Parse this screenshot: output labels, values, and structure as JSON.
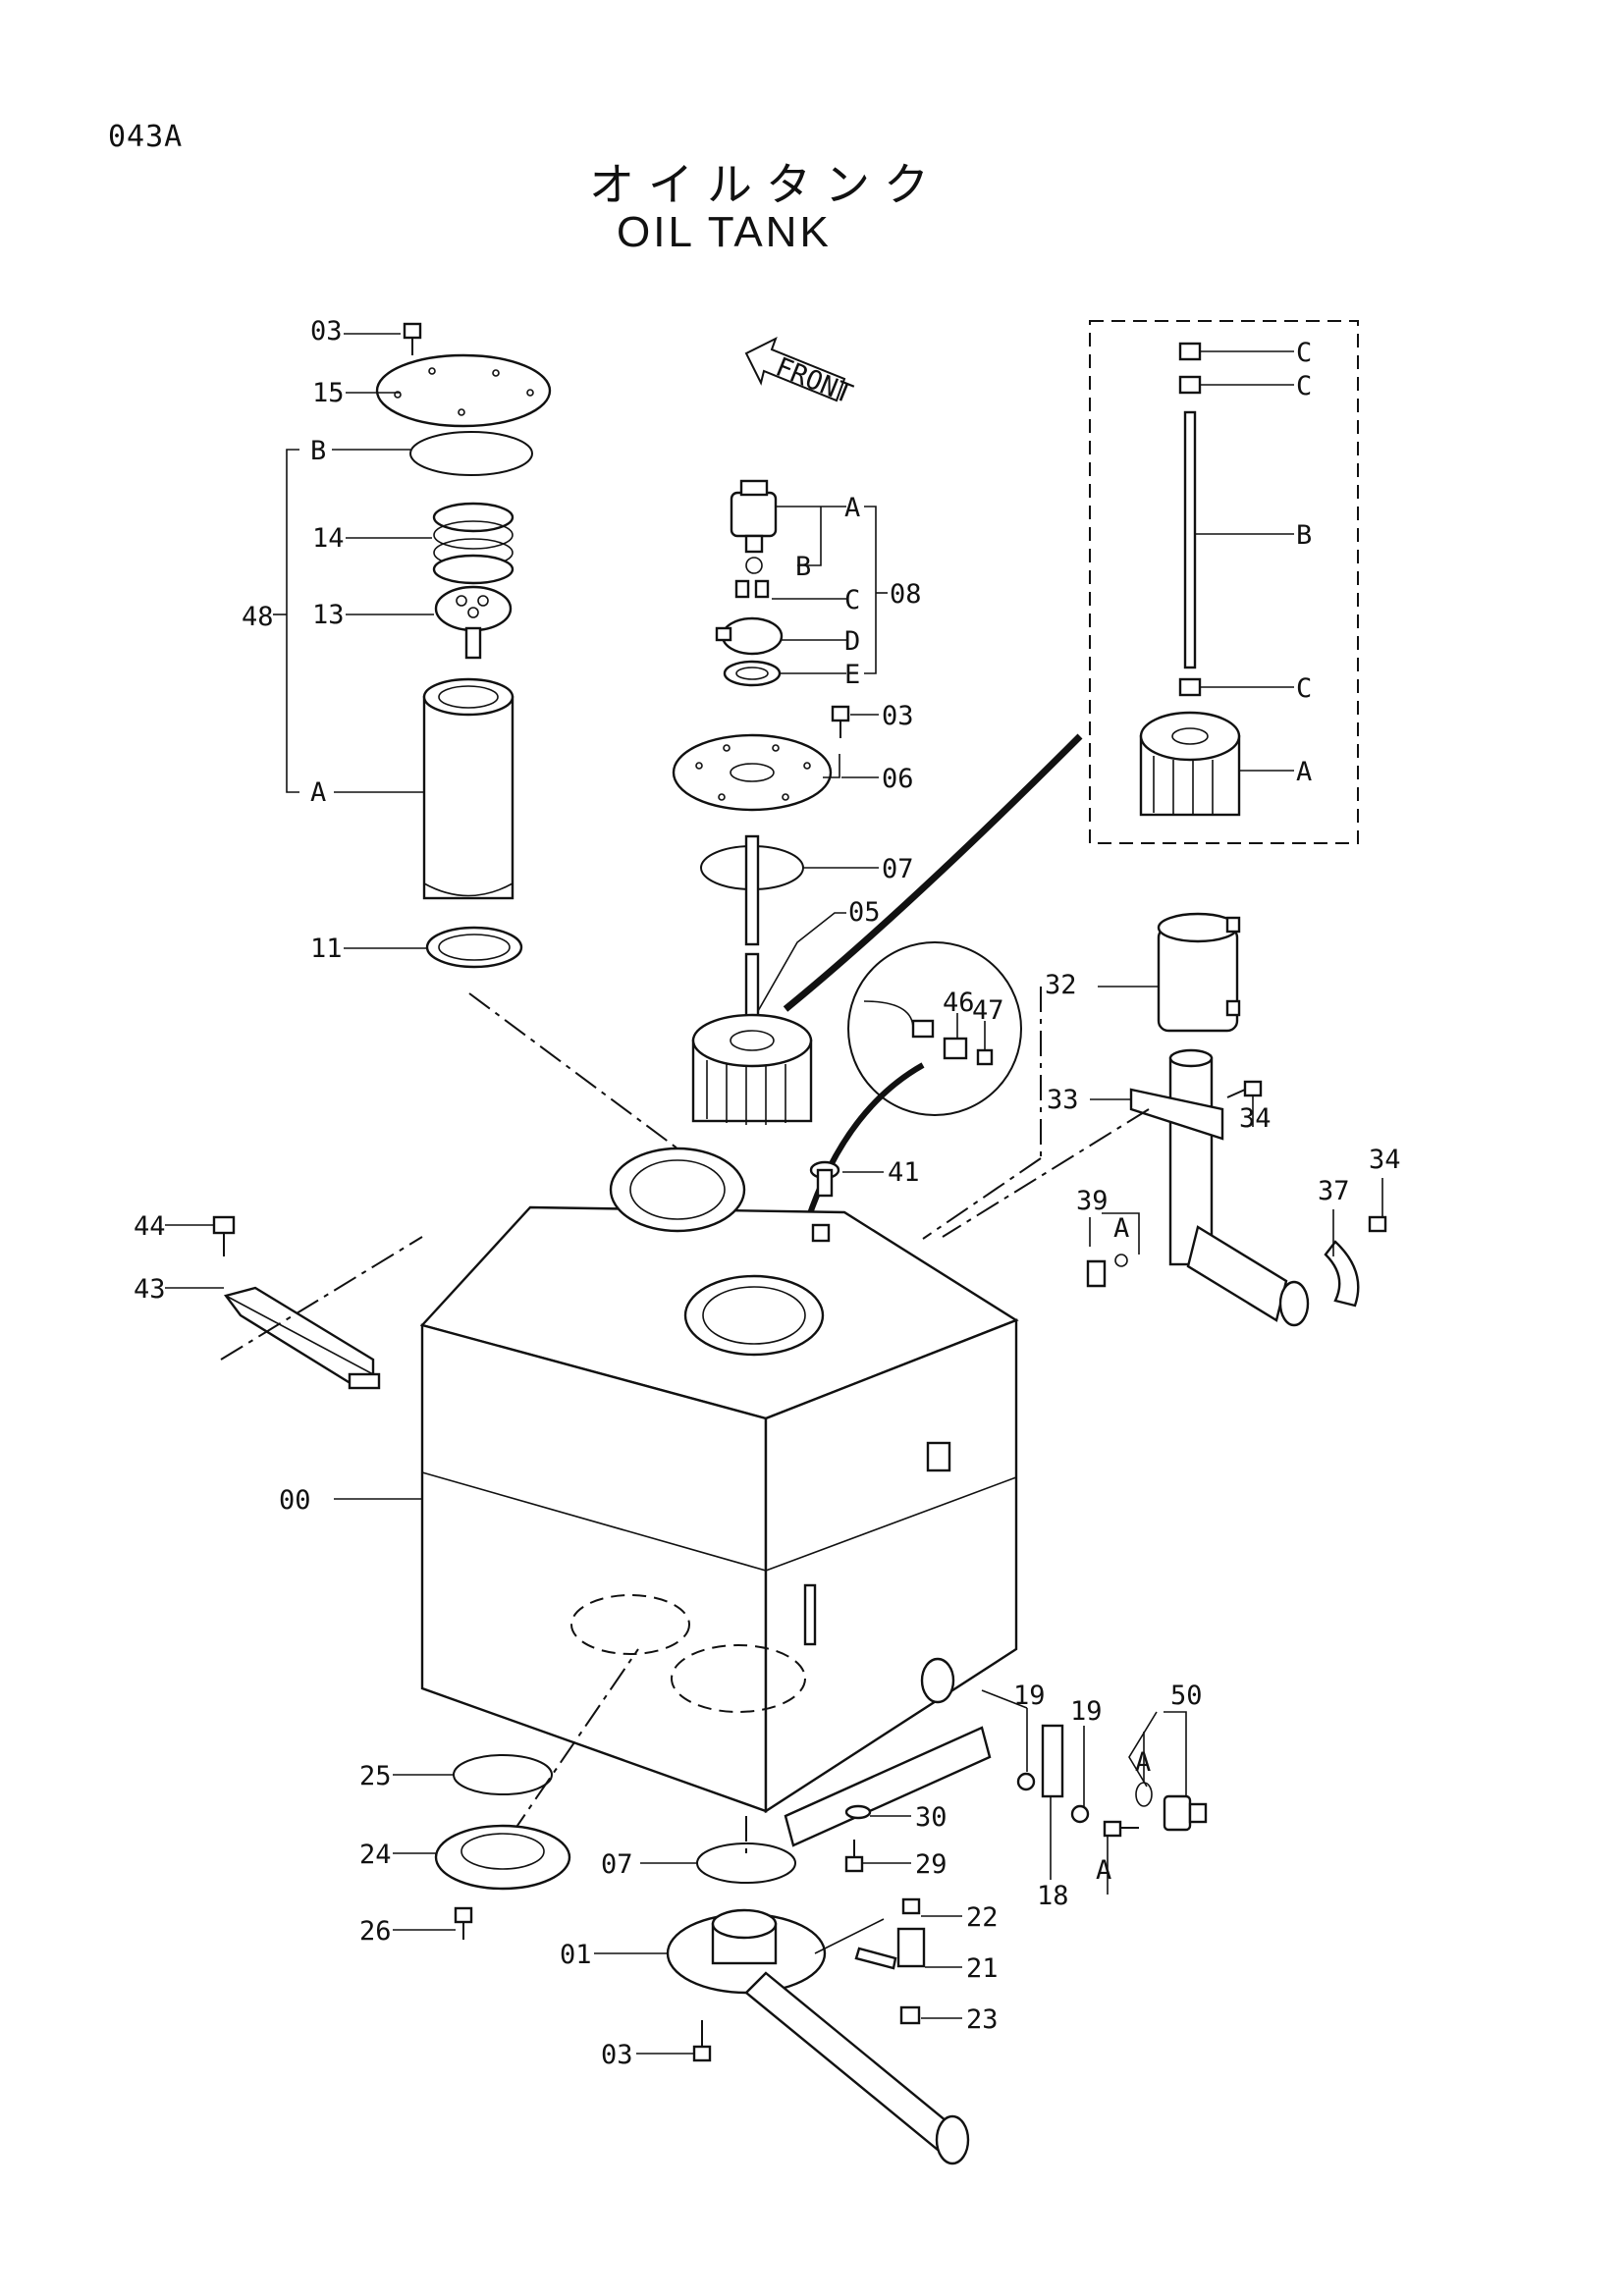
{
  "page_code": "043A",
  "title_jp": "オイルタンク",
  "title_en": "OIL TANK",
  "direction_arrow": "FRONT",
  "callouts": {
    "p03_top": "03",
    "p15": "15",
    "pB_left": "B",
    "p14": "14",
    "p48": "48",
    "p13": "13",
    "pA_left": "A",
    "p11": "11",
    "p08_A": "A",
    "p08_B": "B",
    "p08": "08",
    "p08_C": "C",
    "p08_D": "D",
    "p08_E": "E",
    "p03_mid": "03",
    "p06": "06",
    "p07_top": "07",
    "p05": "05",
    "pC1": "C",
    "pC2": "C",
    "pB_right": "B",
    "pC3": "C",
    "pA_right": "A",
    "p32": "32",
    "p46": "46",
    "p47": "47",
    "p33": "33",
    "p34a": "34",
    "p34b": "34",
    "p41": "41",
    "p39": "39",
    "pA_39": "A",
    "p37": "37",
    "p44": "44",
    "p43": "43",
    "p00": "00",
    "p19a": "19",
    "p19b": "19",
    "p50": "50",
    "pA_50": "A",
    "p25": "25",
    "p30": "30",
    "p29": "29",
    "p24": "24",
    "p07_bot": "07",
    "pA_18": "A",
    "p18": "18",
    "p26": "26",
    "p22": "22",
    "p01": "01",
    "p21": "21",
    "p23": "23",
    "p03_bot": "03"
  }
}
